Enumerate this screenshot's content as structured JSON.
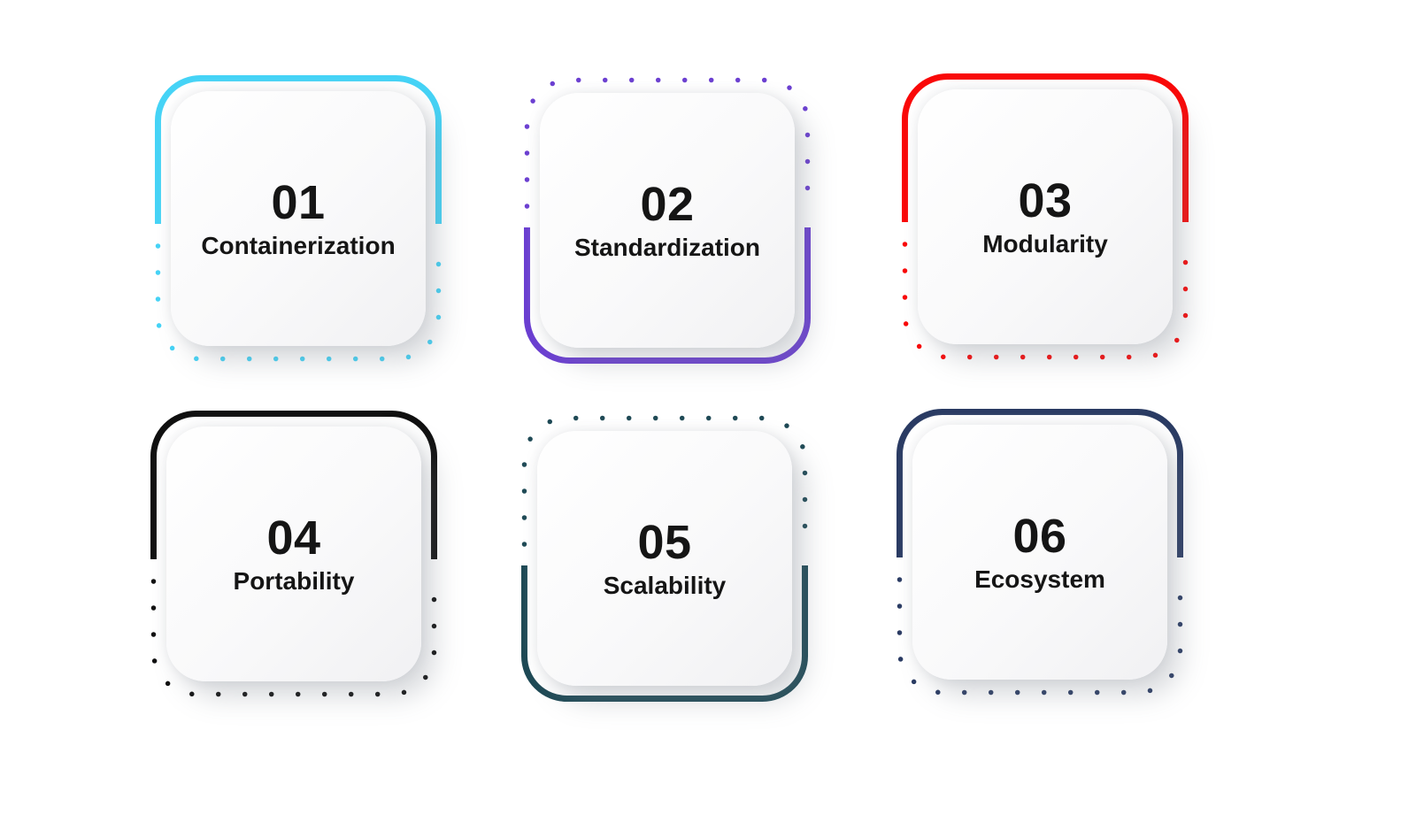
{
  "colors": {
    "background": "#ffffff",
    "text": "#151515"
  },
  "cards": [
    {
      "number": "01",
      "label": "Containerization",
      "color": "#45D3F6",
      "accent_position": "top"
    },
    {
      "number": "02",
      "label": "Standardization",
      "color": "#6B3FD1",
      "accent_position": "bottom"
    },
    {
      "number": "03",
      "label": "Modularity",
      "color": "#F90808",
      "accent_position": "top"
    },
    {
      "number": "04",
      "label": "Portability",
      "color": "#101010",
      "accent_position": "top"
    },
    {
      "number": "05",
      "label": "Scalability",
      "color": "#1E4955",
      "accent_position": "bottom"
    },
    {
      "number": "06",
      "label": "Ecosystem",
      "color": "#2A3B63",
      "accent_position": "top"
    }
  ]
}
